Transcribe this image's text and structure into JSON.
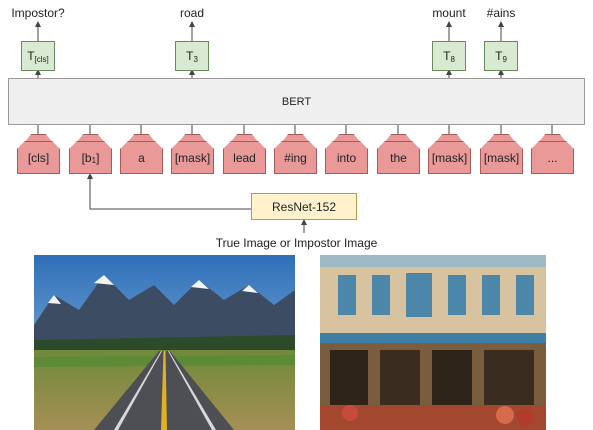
{
  "outputs": [
    {
      "label": "Impostor?",
      "token": "T",
      "sub": "[cls]"
    },
    {
      "label": "road",
      "token": "T",
      "sub": "3"
    },
    {
      "label": "mount",
      "token": "T",
      "sub": "8"
    },
    {
      "label": "#ains",
      "token": "T",
      "sub": "9"
    }
  ],
  "bert": {
    "label": "BERT"
  },
  "tokens": [
    {
      "main": "[cls]",
      "sub": ""
    },
    {
      "main": "[b",
      "sub": "1",
      "after": "]"
    },
    {
      "main": "a",
      "sub": ""
    },
    {
      "main": "[mask]",
      "sub": ""
    },
    {
      "main": "lead",
      "sub": ""
    },
    {
      "main": "#ing",
      "sub": ""
    },
    {
      "main": "into",
      "sub": ""
    },
    {
      "main": "the",
      "sub": ""
    },
    {
      "main": "[mask]",
      "sub": ""
    },
    {
      "main": "[mask]",
      "sub": ""
    },
    {
      "main": "...",
      "sub": ""
    }
  ],
  "resnet": {
    "label": "ResNet-152"
  },
  "caption": "True Image or Impostor Image",
  "colors": {
    "output_box": "#d9ead3",
    "token_box": "#ea9999",
    "bert_box": "#efefef",
    "resnet_box": "#fff2cc"
  }
}
